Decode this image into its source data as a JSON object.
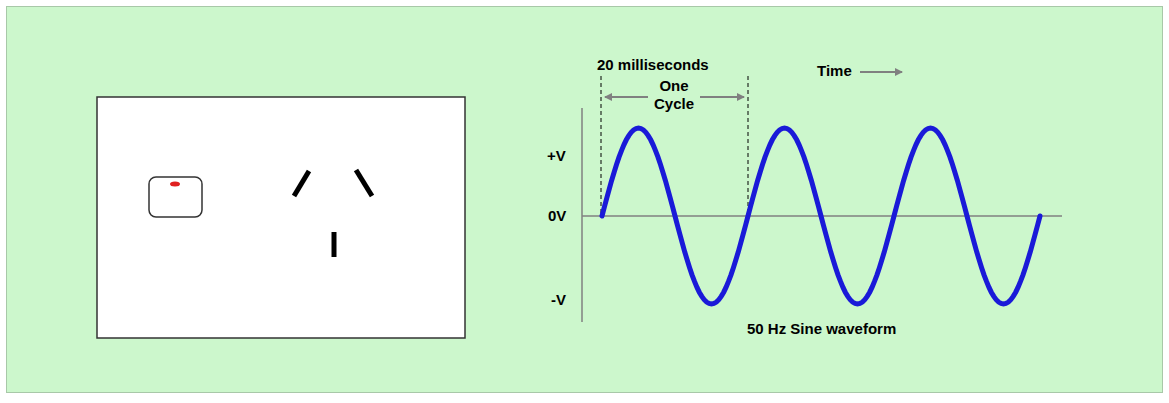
{
  "diagram": {
    "labels": [
      "20 milliseconds",
      "One Cycle",
      "Time",
      "+V",
      "0V",
      "-V",
      "50 Hz Sine waveform"
    ]
  }
}
